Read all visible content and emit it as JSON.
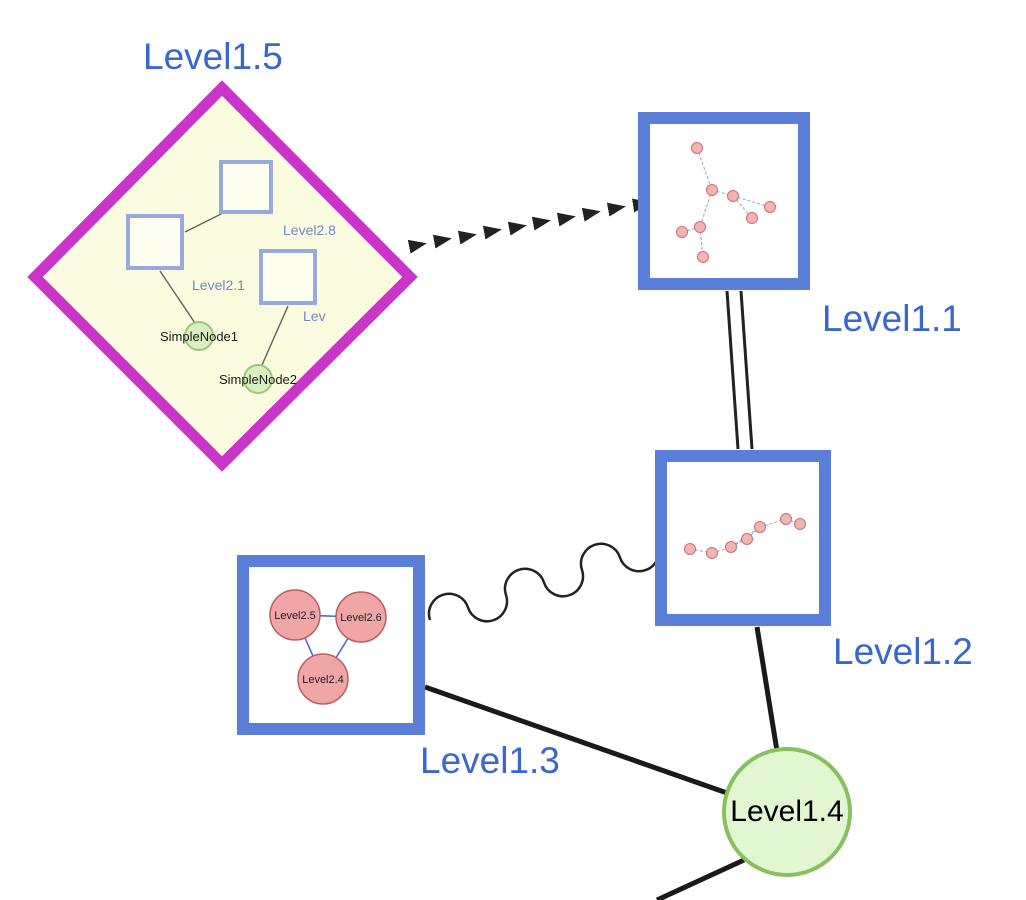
{
  "nodes": {
    "level15": {
      "label": "Level1.5",
      "shape": "diamond"
    },
    "level11": {
      "label": "Level1.1",
      "shape": "square"
    },
    "level12": {
      "label": "Level1.2",
      "shape": "square"
    },
    "level13": {
      "label": "Level1.3",
      "shape": "square"
    },
    "level14": {
      "label": "Level1.4",
      "shape": "circle"
    }
  },
  "diamond": {
    "squares": [
      {
        "label": "Level2.8"
      },
      {
        "label": "Level2.1"
      },
      {
        "label": "Lev"
      }
    ],
    "simple_nodes": [
      {
        "label": "SimpleNode1"
      },
      {
        "label": "SimpleNode2"
      }
    ]
  },
  "level13_children": [
    {
      "label": "Level2.5"
    },
    {
      "label": "Level2.6"
    },
    {
      "label": "Level2.4"
    }
  ],
  "colors": {
    "label_blue": "#3a66d0",
    "group_border_blue": "#5b7fd9",
    "diamond_magenta": "#c935c9",
    "diamond_fill": "#fbfbdf",
    "green_node_fill": "#e3f6d2",
    "green_node_border": "#85c25e",
    "pink_node_fill": "#f0a6a6",
    "edge_black": "#222222"
  }
}
